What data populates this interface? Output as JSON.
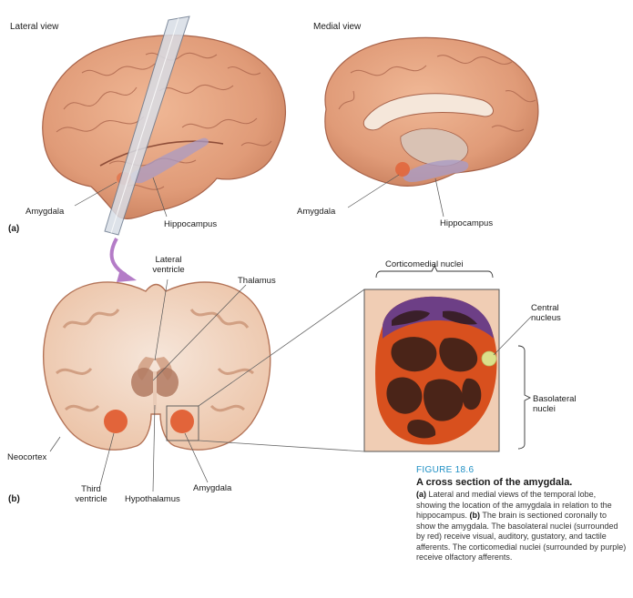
{
  "views": {
    "lateral_title": "Lateral view",
    "medial_title": "Medial view",
    "part_a": "(a)",
    "part_b": "(b)"
  },
  "labels": {
    "amygdala_lateral": "Amygdala",
    "hippocampus_lateral": "Hippocampus",
    "amygdala_medial": "Amygdala",
    "hippocampus_medial": "Hippocampus",
    "lateral_ventricle_1": "Lateral",
    "lateral_ventricle_2": "ventricle",
    "thalamus": "Thalamus",
    "neocortex": "Neocortex",
    "third_ventricle_1": "Third",
    "third_ventricle_2": "ventricle",
    "hypothalamus": "Hypothalamus",
    "amygdala_section": "Amygdala",
    "corticomedial": "Corticomedial nuclei",
    "central_1": "Central",
    "central_2": "nucleus",
    "basolateral_1": "Basolateral",
    "basolateral_2": "nuclei"
  },
  "caption": {
    "figure_number": "FIGURE 18.6",
    "title": "A cross section of the amygdala.",
    "part_a_marker": "(a)",
    "part_a_text": " Lateral and medial views of the temporal lobe, showing the location of the amygdala in relation to the hippocampus. ",
    "part_b_marker": "(b)",
    "part_b_text": " The brain is sectioned coronally to show the amygdala. The basolateral nuclei (surrounded by red) receive visual, auditory, gustatory, and tactile afferents. The corticomedial nuclei (surrounded by purple) receive olfactory afferents."
  },
  "colors": {
    "brain": "#e3a07f",
    "brain_dark": "#c97f5f",
    "white_matter": "#f3e3d6",
    "amygdala": "#e2643a",
    "hippocampus": "#a99bc4",
    "nucleus_bg": "#f0cdb4",
    "nucleus_orange": "#d8501e",
    "nucleus_purple": "#6d3f86",
    "nucleus_dark": "#4a2418",
    "central_nucleus": "#dbe08a",
    "accent_blue": "#1e8fc4"
  }
}
